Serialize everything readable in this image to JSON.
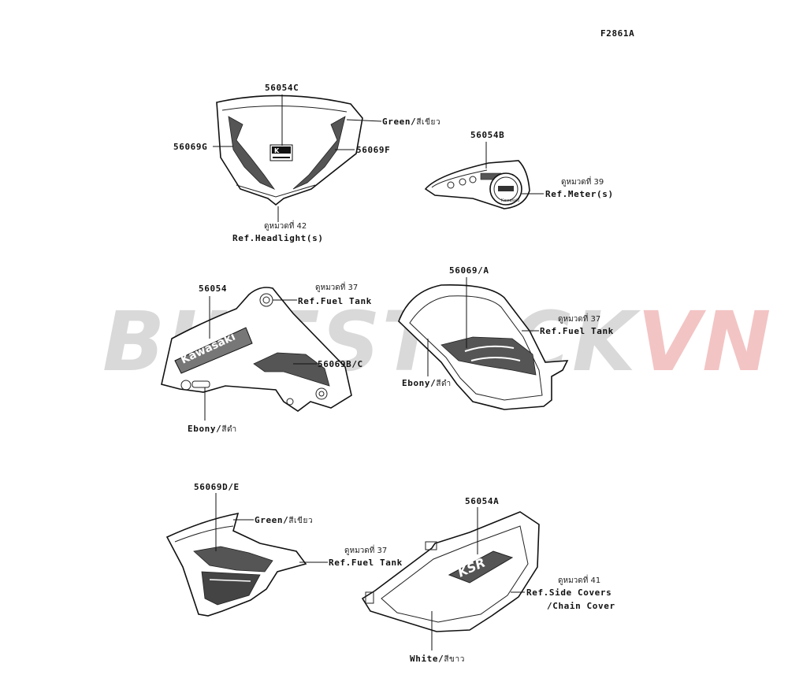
{
  "figure_code": "F2861A",
  "watermark": {
    "part1": "BIKESTOCK",
    "part2": "VN",
    "color1": "#d9d9d9",
    "color2": "#f3c4c4"
  },
  "labels": {
    "p56054C": "56054C",
    "p56069G": "56069G",
    "p56069F": "56069F",
    "green1": "Green/",
    "green1_th": "สีเขียว",
    "headlight_th": "ดูหมวดที่ 42",
    "headlight_ref": "Ref.Headlight(s)",
    "p56054B": "56054B",
    "meter_th": "ดูหมวดที่ 39",
    "meter_ref": "Ref.Meter(s)",
    "p56054": "56054",
    "fuel1_th": "ดูหมวดที่ 37",
    "fuel1_ref": "Ref.Fuel Tank",
    "p56069BC": "56069B/C",
    "ebony1": "Ebony/",
    "ebony1_th": "สีดำ",
    "p56069A": "56069/A",
    "fuel2_th": "ดูหมวดที่ 37",
    "fuel2_ref": "Ref.Fuel Tank",
    "ebony2": "Ebony/",
    "ebony2_th": "สีดำ",
    "p56069DE": "56069D/E",
    "green2": "Green/",
    "green2_th": "สีเขียว",
    "fuel3_th": "ดูหมวดที่ 37",
    "fuel3_ref": "Ref.Fuel Tank",
    "p56054A": "56054A",
    "side_th": "ดูหมวดที่ 41",
    "side_ref1": "Ref.Side Covers",
    "side_ref2": "/Chain Cover",
    "white": "White/",
    "white_th": "สีขาว"
  },
  "decal_text": {
    "kawasaki": "Kawasaki",
    "ksr": "KSR"
  }
}
